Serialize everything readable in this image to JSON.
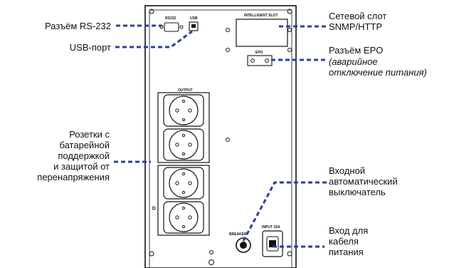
{
  "labels": {
    "rs232": "Разъём RS-232",
    "usb_port": "USB-порт",
    "outlets": [
      "Розетки с",
      "батарейной",
      "поддержкой",
      "и защитой от",
      "перенапряжения"
    ],
    "slot": [
      "Сетевой слот",
      "SNMP/HTTP"
    ],
    "epo_title": "Разъём EPO",
    "epo_desc": [
      "(аварийное",
      "отключение питания)"
    ],
    "breaker": [
      "Входной",
      "автоматический",
      "выключатель"
    ],
    "input_cable": [
      "Вход для",
      "кабеля",
      "питания"
    ]
  },
  "panel_text": {
    "rs232": "RS232",
    "usb": "USB",
    "intelligent_slot": "INTELLIGENT SLOT",
    "epo": "EPO",
    "output": "OUTPUT",
    "breaker": "BREAKER",
    "input": "INPUT 16A"
  },
  "colors": {
    "callout": "#2b3f9a",
    "panel_stroke": "#111111"
  }
}
